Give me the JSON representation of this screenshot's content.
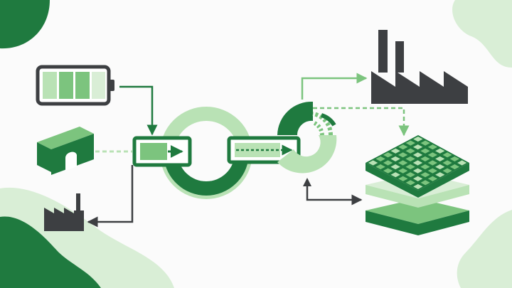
{
  "diagram": {
    "nodes": [
      {
        "id": "battery",
        "icon": "battery-icon",
        "label": ""
      },
      {
        "id": "warehouse",
        "icon": "warehouse-icon",
        "label": ""
      },
      {
        "id": "small-factory",
        "icon": "factory-icon",
        "label": ""
      },
      {
        "id": "input-panel",
        "icon": "charge-panel-icon",
        "label": ""
      },
      {
        "id": "recycle-ring",
        "icon": "ring-icon",
        "label": ""
      },
      {
        "id": "output-panel",
        "icon": "transfer-panel-icon",
        "label": ""
      },
      {
        "id": "donut",
        "icon": "donut-gauge-icon",
        "label": ""
      },
      {
        "id": "big-factory",
        "icon": "factory-icon",
        "label": ""
      },
      {
        "id": "stack",
        "icon": "layered-stack-icon",
        "label": ""
      }
    ],
    "edges": [
      {
        "from": "battery",
        "to": "input-panel",
        "style": "solid"
      },
      {
        "from": "warehouse",
        "to": "input-panel",
        "style": "dashed"
      },
      {
        "from": "input-panel",
        "to": "small-factory",
        "style": "solid"
      },
      {
        "from": "donut",
        "to": "big-factory",
        "style": "solid"
      },
      {
        "from": "donut",
        "to": "stack",
        "style": "dashed"
      },
      {
        "from": "stack",
        "to": "donut",
        "style": "solid",
        "bidirectional": true
      }
    ]
  },
  "colors": {
    "dark_green": "#1f7a3f",
    "mid_green": "#7cc47e",
    "light_green": "#b9e2b5",
    "pale_green": "#d9eed6",
    "charcoal": "#3d3f42",
    "background": "#fbfbfb"
  }
}
